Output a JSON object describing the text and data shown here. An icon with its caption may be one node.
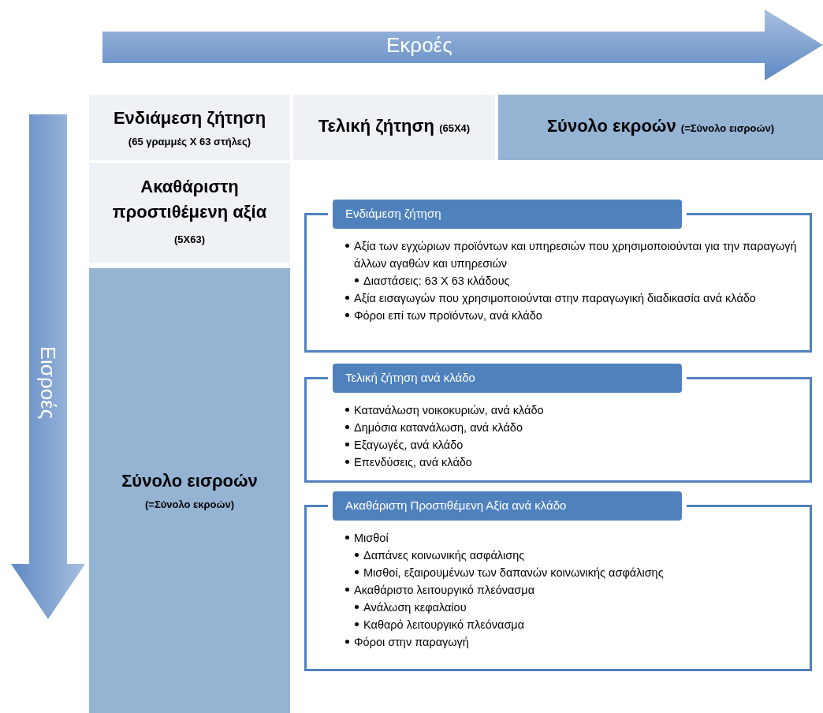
{
  "diagram": {
    "nodes": [
      {
        "text": [
          "Εκροές"
        ]
      },
      {
        "text": [
          "Εισροές"
        ]
      },
      {
        "text": [
          "Ενδιάμεση ζήτηση",
          "(65 γραμμές X 63 στήλες)"
        ]
      },
      {
        "text": [
          "Τελική ζήτηση",
          "(65X4)"
        ]
      },
      {
        "text": [
          "Σύνολο εκροών",
          "(=Σύνολο εισροών)"
        ]
      },
      {
        "text": [
          "Ακαθάριστη προστιθέμενη αξία",
          "(5X63)"
        ]
      },
      {
        "text": [
          "Σύνολο εισροών",
          "(=Σύνολο εκροών)"
        ]
      },
      {
        "text": [
          "Ενδιάμεση ζήτηση",
          "Αξία των εγχώριων προϊόντων και υπηρεσιών που χρησιμοποιούνται για την παραγωγή άλλων αγαθών και υπηρεσιών",
          "Διαστάσεις: 63 X 63 κλάδους",
          "Αξία εισαγωγών που χρησιμοποιούνται στην παραγωγική διαδικασία ανά κλάδο",
          "Φόροι επί των προϊόντων, ανά κλάδο"
        ]
      },
      {
        "text": [
          "Τελική ζήτηση ανά κλάδο",
          "Κατανάλωση νοικοκυριών, ανά κλάδο",
          "Δημόσια κατανάλωση, ανά κλάδο",
          "Εξαγωγές, ανά κλάδο",
          "Επενδύσεις, ανά κλάδο"
        ]
      },
      {
        "text": [
          "Ακαθάριστη Προστιθέμενη Αξία ανά κλάδο",
          "Μισθοί",
          "Δαπάνες κοινωνικής ασφάλισης",
          "Μισθοί, εξαιρουμένων των δαπανών κοινωνικής ασφάλισης",
          "Ακαθάριστο λειτουργικό πλεόνασμα",
          "Ανάλωση κεφαλαίου",
          "Καθαρό λειτουργικό πλεόνασμα",
          "Φόροι στην παραγωγή"
        ]
      }
    ]
  }
}
